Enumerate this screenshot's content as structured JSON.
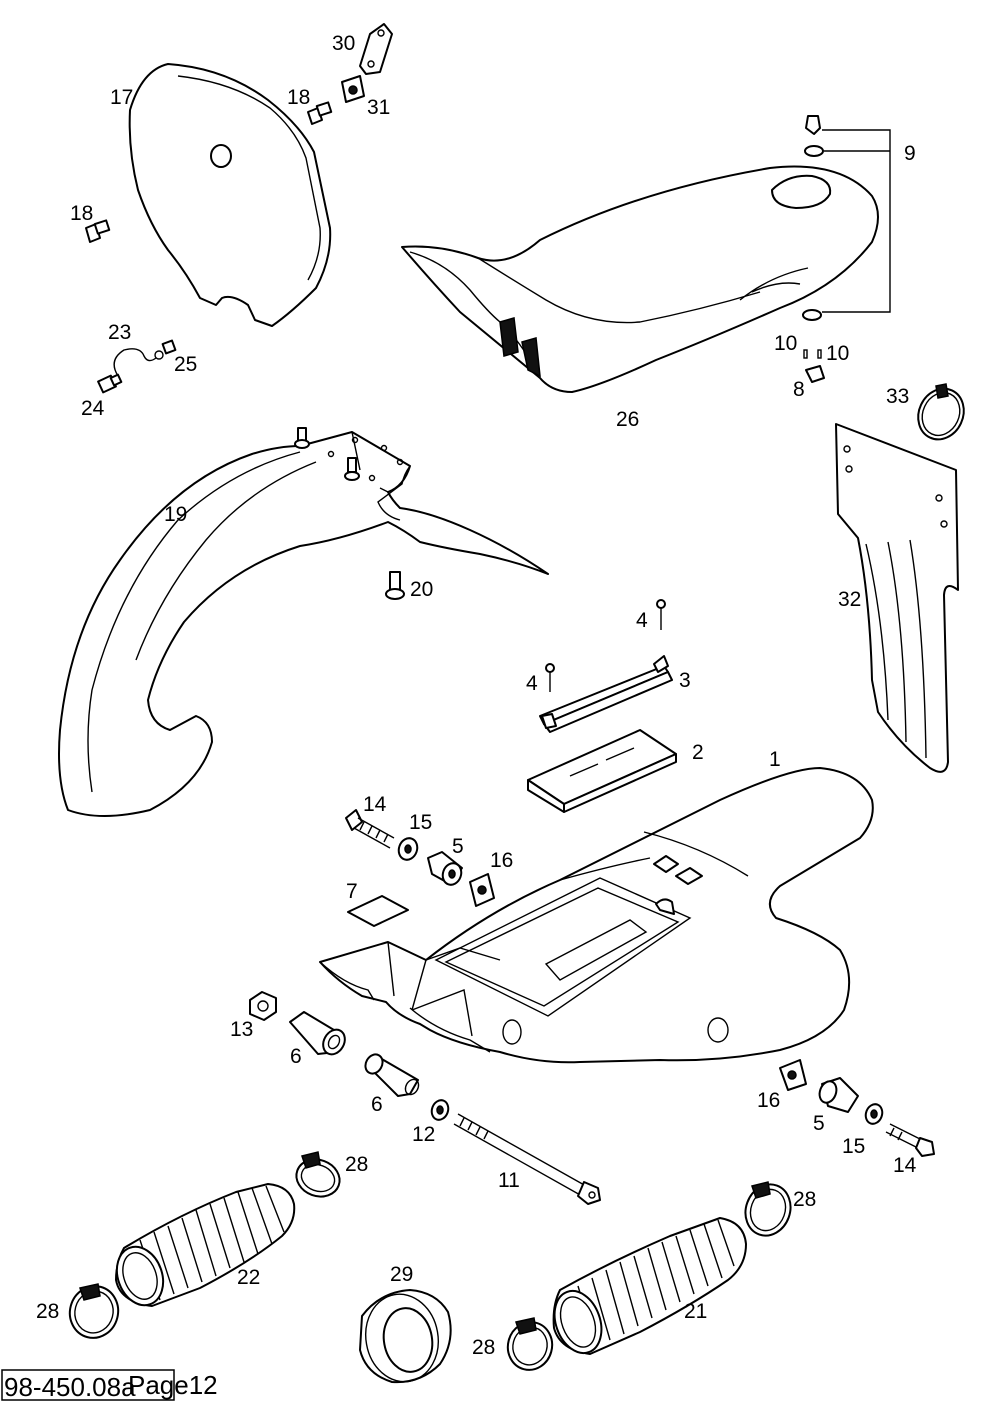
{
  "footer": {
    "drawing_code": "98-450.08a",
    "page_label": "Page12"
  },
  "callouts": [
    {
      "key": "c30",
      "text": "30"
    },
    {
      "key": "c17",
      "text": "17"
    },
    {
      "key": "c18a",
      "text": "18"
    },
    {
      "key": "c31",
      "text": "31"
    },
    {
      "key": "c18b",
      "text": "18"
    },
    {
      "key": "c9",
      "text": "9"
    },
    {
      "key": "c23",
      "text": "23"
    },
    {
      "key": "c25",
      "text": "25"
    },
    {
      "key": "c24",
      "text": "24"
    },
    {
      "key": "c10a",
      "text": "10"
    },
    {
      "key": "c10b",
      "text": "10"
    },
    {
      "key": "c8",
      "text": "8"
    },
    {
      "key": "c26",
      "text": "26"
    },
    {
      "key": "c33",
      "text": "33"
    },
    {
      "key": "c19",
      "text": "19"
    },
    {
      "key": "c20",
      "text": "20"
    },
    {
      "key": "c32",
      "text": "32"
    },
    {
      "key": "c4a",
      "text": "4"
    },
    {
      "key": "c4b",
      "text": "4"
    },
    {
      "key": "c3",
      "text": "3"
    },
    {
      "key": "c2",
      "text": "2"
    },
    {
      "key": "c1",
      "text": "1"
    },
    {
      "key": "c14a",
      "text": "14"
    },
    {
      "key": "c15a",
      "text": "15"
    },
    {
      "key": "c5a",
      "text": "5"
    },
    {
      "key": "c16a",
      "text": "16"
    },
    {
      "key": "c7",
      "text": "7"
    },
    {
      "key": "c13",
      "text": "13"
    },
    {
      "key": "c6a",
      "text": "6"
    },
    {
      "key": "c6b",
      "text": "6"
    },
    {
      "key": "c12",
      "text": "12"
    },
    {
      "key": "c16b",
      "text": "16"
    },
    {
      "key": "c5b",
      "text": "5"
    },
    {
      "key": "c15b",
      "text": "15"
    },
    {
      "key": "c14b",
      "text": "14"
    },
    {
      "key": "c28a",
      "text": "28"
    },
    {
      "key": "c11",
      "text": "11"
    },
    {
      "key": "c28b",
      "text": "28"
    },
    {
      "key": "c22",
      "text": "22"
    },
    {
      "key": "c29",
      "text": "29"
    },
    {
      "key": "c21",
      "text": "21"
    },
    {
      "key": "c28c",
      "text": "28"
    },
    {
      "key": "c28d",
      "text": "28"
    }
  ]
}
